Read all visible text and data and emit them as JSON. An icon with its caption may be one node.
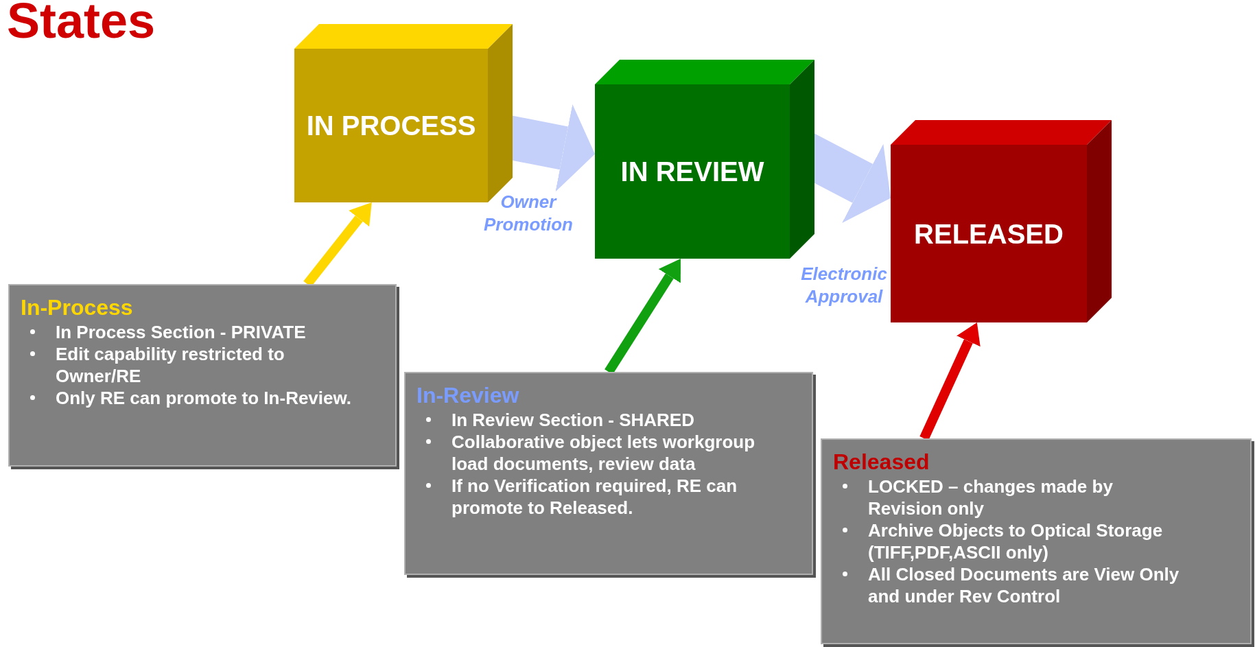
{
  "diagram": {
    "title": "States",
    "nodes": [
      {
        "text": [
          "IN PROCESS"
        ]
      },
      {
        "text": [
          "IN REVIEW"
        ]
      },
      {
        "text": [
          "RELEASED"
        ]
      },
      {
        "text": [
          "In-Process",
          "In Process Section - PRIVATE",
          "Edit capability restricted to Owner/RE",
          "Only RE can promote to In-Review."
        ]
      },
      {
        "text": [
          "In-Review",
          "In Review Section - SHARED",
          "Collaborative object lets workgroup load documents, review data",
          "If no Verification required, RE can promote to Released."
        ]
      },
      {
        "text": [
          "Released",
          "LOCKED – changes made by Revision only",
          "Archive Objects to Optical Storage (TIFF,PDF,ASCII only)",
          "All Closed Documents are View Only and under Rev Control"
        ]
      }
    ],
    "edges": [
      {
        "from": 0,
        "to": 1,
        "arrow": "to",
        "label": "Owner Promotion",
        "style": "thick",
        "color": "#c4cffa"
      },
      {
        "from": 1,
        "to": 2,
        "arrow": "to",
        "label": "Electronic Approval",
        "style": "thick",
        "color": "#c4cffa"
      },
      {
        "from": 3,
        "to": 0,
        "arrow": "to",
        "color": "#ffd700"
      },
      {
        "from": 4,
        "to": 1,
        "arrow": "to",
        "color": "#10a010"
      },
      {
        "from": 5,
        "to": 2,
        "arrow": "to",
        "color": "#e00000"
      }
    ]
  }
}
